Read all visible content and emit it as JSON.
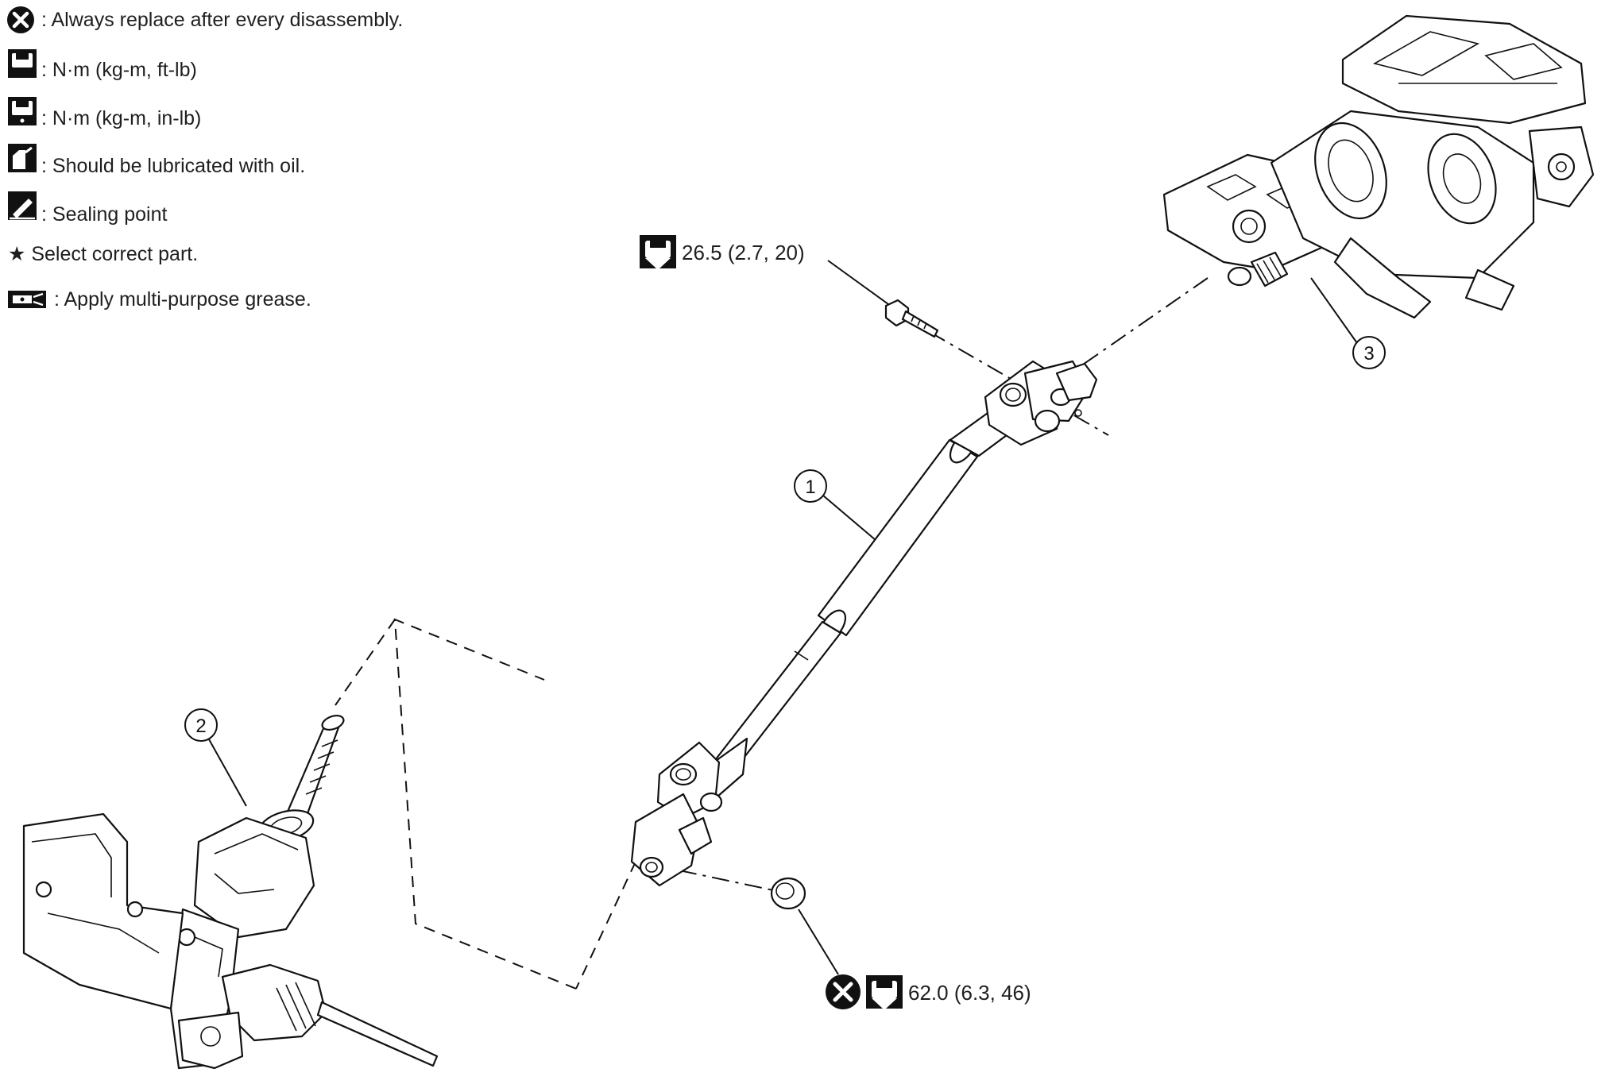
{
  "legend": {
    "items": [
      {
        "icon": "always-replace-icon",
        "text": ": Always replace after every disassembly."
      },
      {
        "icon": "torque-wrench-ftlb-icon",
        "text": ": N·m (kg-m, ft-lb)"
      },
      {
        "icon": "torque-wrench-inlb-icon",
        "text": ": N·m (kg-m, in-lb)"
      },
      {
        "icon": "oil-can-icon",
        "text": ": Should be lubricated with oil."
      },
      {
        "icon": "sealing-point-icon",
        "text": ": Sealing point"
      },
      {
        "icon": "star-icon",
        "text": "★ Select correct part."
      },
      {
        "icon": "grease-icon",
        "text": ": Apply multi-purpose grease."
      }
    ]
  },
  "torque_specs": {
    "upper_bolt": "26.5 (2.7, 20)",
    "lower_nut": "62.0 (6.3, 46)"
  },
  "callouts": {
    "part1": "1",
    "part2": "2",
    "part3": "3"
  },
  "colors": {
    "line": "#111111",
    "background": "#ffffff"
  }
}
